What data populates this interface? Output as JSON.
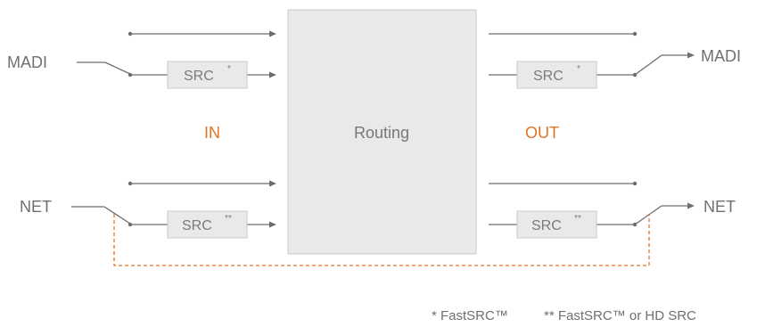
{
  "inputs": {
    "madi_label": "MADI",
    "net_label": "NET"
  },
  "outputs": {
    "madi_label": "MADI",
    "net_label": "NET"
  },
  "src": {
    "label": "SRC",
    "single_mark": "*",
    "double_mark": "**"
  },
  "sections": {
    "in_label": "IN",
    "out_label": "OUT",
    "routing_label": "Routing"
  },
  "footnotes": {
    "single": "* FastSRC™",
    "double": "** FastSRC™ or HD SRC"
  },
  "colors": {
    "accent": "#e37222",
    "line": "#6d6d6d",
    "box_fill": "#e9e9e9",
    "box_stroke": "#c9c9c9"
  }
}
